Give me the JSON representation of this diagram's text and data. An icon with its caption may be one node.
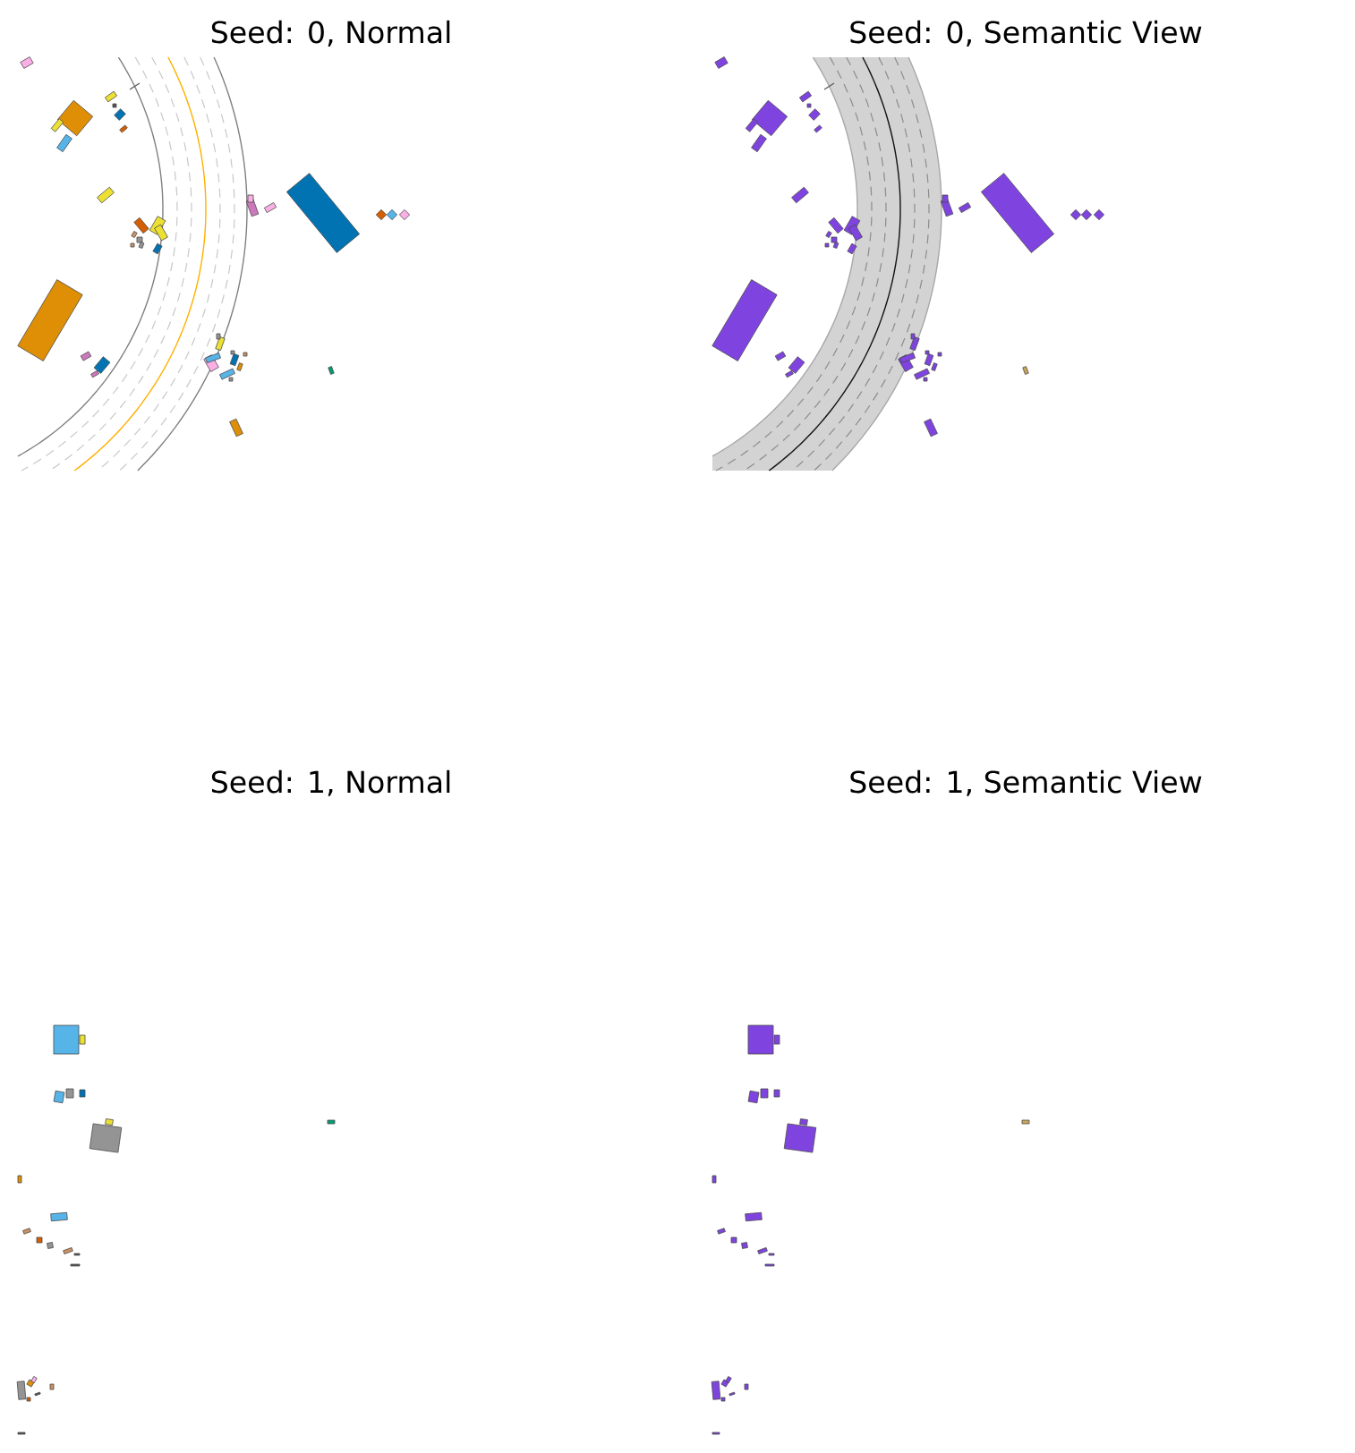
{
  "diagram": {
    "labels": [
      "Seed: 0, Normal",
      "Seed: 0, Semantic View",
      "Seed: 1, Normal",
      "Seed: 1, Semantic View"
    ]
  }
}
